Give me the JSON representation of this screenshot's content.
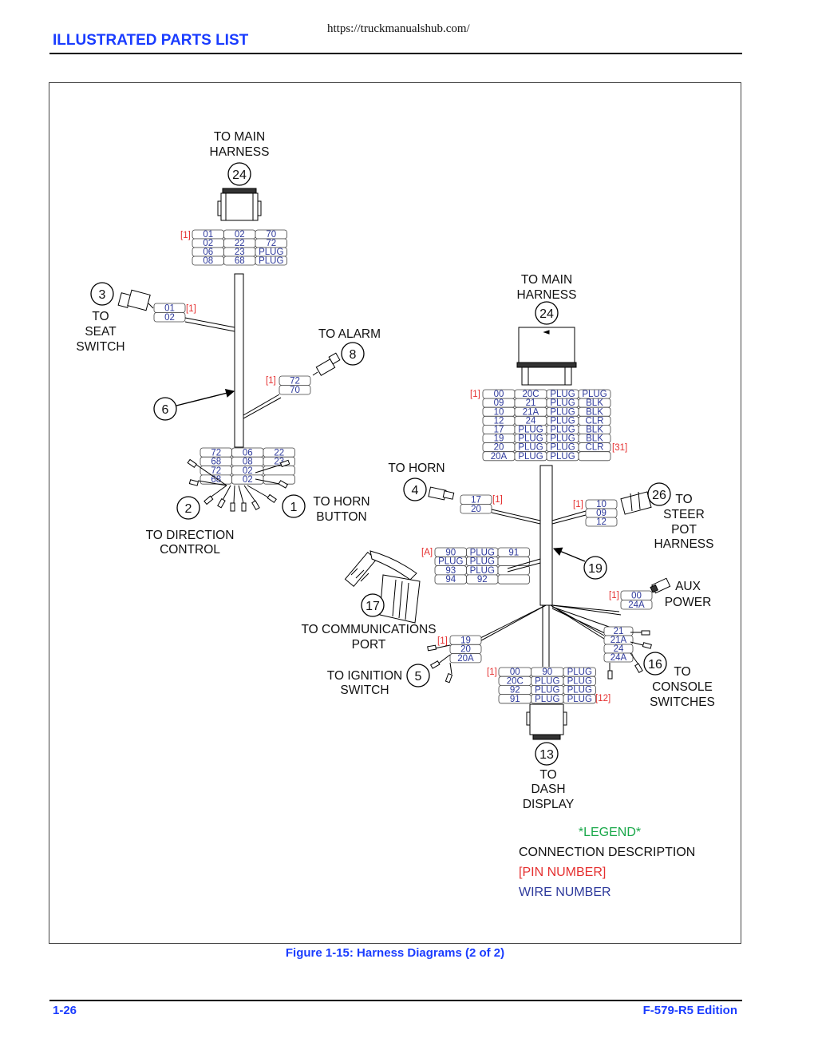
{
  "header": {
    "url": "https://truckmanualshub.com/",
    "title": "ILLUSTRATED PARTS LIST"
  },
  "figure": {
    "caption": "Figure 1-15:  Harness Diagrams (2 of 2)"
  },
  "footer": {
    "page": "1-26",
    "edition": "F-579-R5 Edition"
  },
  "legend": {
    "title": "*LEGEND*",
    "connection": "CONNECTION DESCRIPTION",
    "pin": "[PIN NUMBER]",
    "wire": "WIRE NUMBER"
  },
  "harness_left": {
    "main": {
      "callout": "24",
      "label_lines": [
        "TO MAIN",
        "HARNESS"
      ],
      "pin": "[1]",
      "rows": [
        [
          "01",
          "02",
          "70"
        ],
        [
          "02",
          "22",
          "72"
        ],
        [
          "06",
          "23",
          "PLUG"
        ],
        [
          "08",
          "68",
          "PLUG"
        ]
      ]
    },
    "seat": {
      "callout": "3",
      "label_lines": [
        "TO",
        "SEAT",
        "SWITCH"
      ],
      "pin": "[1]",
      "rows": [
        [
          "01"
        ],
        [
          "02"
        ]
      ]
    },
    "alarm": {
      "callout": "8",
      "label_lines": [
        "TO ALARM"
      ],
      "pin": "[1]",
      "rows": [
        [
          "72"
        ],
        [
          "70"
        ]
      ]
    },
    "harness_callout": "6",
    "bottom_rows": [
      [
        "72",
        "06",
        "22"
      ],
      [
        "68",
        "08",
        "23"
      ],
      [
        "72",
        "02",
        ""
      ],
      [
        "68",
        "02",
        ""
      ]
    ],
    "direction": {
      "callout": "2",
      "label_lines": [
        "TO DIRECTION",
        "CONTROL"
      ]
    },
    "horn_button": {
      "callout": "1",
      "label_lines": [
        "TO HORN",
        "BUTTON"
      ]
    }
  },
  "harness_right": {
    "main": {
      "callout": "24",
      "label_lines": [
        "TO MAIN",
        "HARNESS"
      ],
      "pin_left": "[1]",
      "pin_right": "[31]",
      "rows": [
        [
          "00",
          "20C",
          "PLUG",
          "PLUG"
        ],
        [
          "09",
          "21",
          "PLUG",
          "BLK"
        ],
        [
          "10",
          "21A",
          "PLUG",
          "BLK"
        ],
        [
          "12",
          "24",
          "PLUG",
          "CLR"
        ],
        [
          "17",
          "PLUG",
          "PLUG",
          "BLK"
        ],
        [
          "19",
          "PLUG",
          "PLUG",
          "BLK"
        ],
        [
          "20",
          "PLUG",
          "PLUG",
          "CLR"
        ],
        [
          "20A",
          "PLUG",
          "PLUG",
          ""
        ]
      ]
    },
    "horn": {
      "callout": "4",
      "label_lines": [
        "TO HORN"
      ],
      "pin": "[1]",
      "rows": [
        [
          "17"
        ],
        [
          "20"
        ]
      ]
    },
    "steer": {
      "callout": "26",
      "label_lines": [
        "TO",
        "STEER",
        "POT",
        "HARNESS"
      ],
      "pin": "[1]",
      "rows": [
        [
          "10"
        ],
        [
          "09"
        ],
        [
          "12"
        ]
      ]
    },
    "comm": {
      "callout": "17",
      "label_lines": [
        "TO COMMUNICATIONS",
        "PORT"
      ],
      "pin": "[A]",
      "rows": [
        [
          "90",
          "PLUG",
          "91"
        ],
        [
          "PLUG",
          "PLUG",
          ""
        ],
        [
          "93",
          "PLUG",
          ""
        ],
        [
          "94",
          "92",
          ""
        ]
      ]
    },
    "harness_callout": "19",
    "aux": {
      "label_lines": [
        "AUX",
        "POWER"
      ],
      "pin": "[1]",
      "rows": [
        [
          "00"
        ],
        [
          "24A"
        ]
      ]
    },
    "ignition": {
      "callout": "5",
      "label_lines": [
        "TO IGNITION",
        "SWITCH"
      ],
      "pin": "[1]",
      "rows": [
        [
          "19"
        ],
        [
          "20"
        ],
        [
          "20A"
        ]
      ]
    },
    "console": {
      "callout": "16",
      "label_lines": [
        "TO",
        "CONSOLE",
        "SWITCHES"
      ],
      "rows": [
        [
          "21"
        ],
        [
          "21A"
        ],
        [
          "24"
        ],
        [
          "24A"
        ]
      ]
    },
    "dash": {
      "callout": "13",
      "label_lines": [
        "TO",
        "DASH",
        "DISPLAY"
      ],
      "pin_left": "[1]",
      "pin_right": "[12]",
      "rows": [
        [
          "00",
          "90",
          "PLUG"
        ],
        [
          "20C",
          "PLUG",
          "PLUG"
        ],
        [
          "92",
          "PLUG",
          "PLUG"
        ],
        [
          "91",
          "PLUG",
          "PLUG"
        ]
      ]
    }
  }
}
